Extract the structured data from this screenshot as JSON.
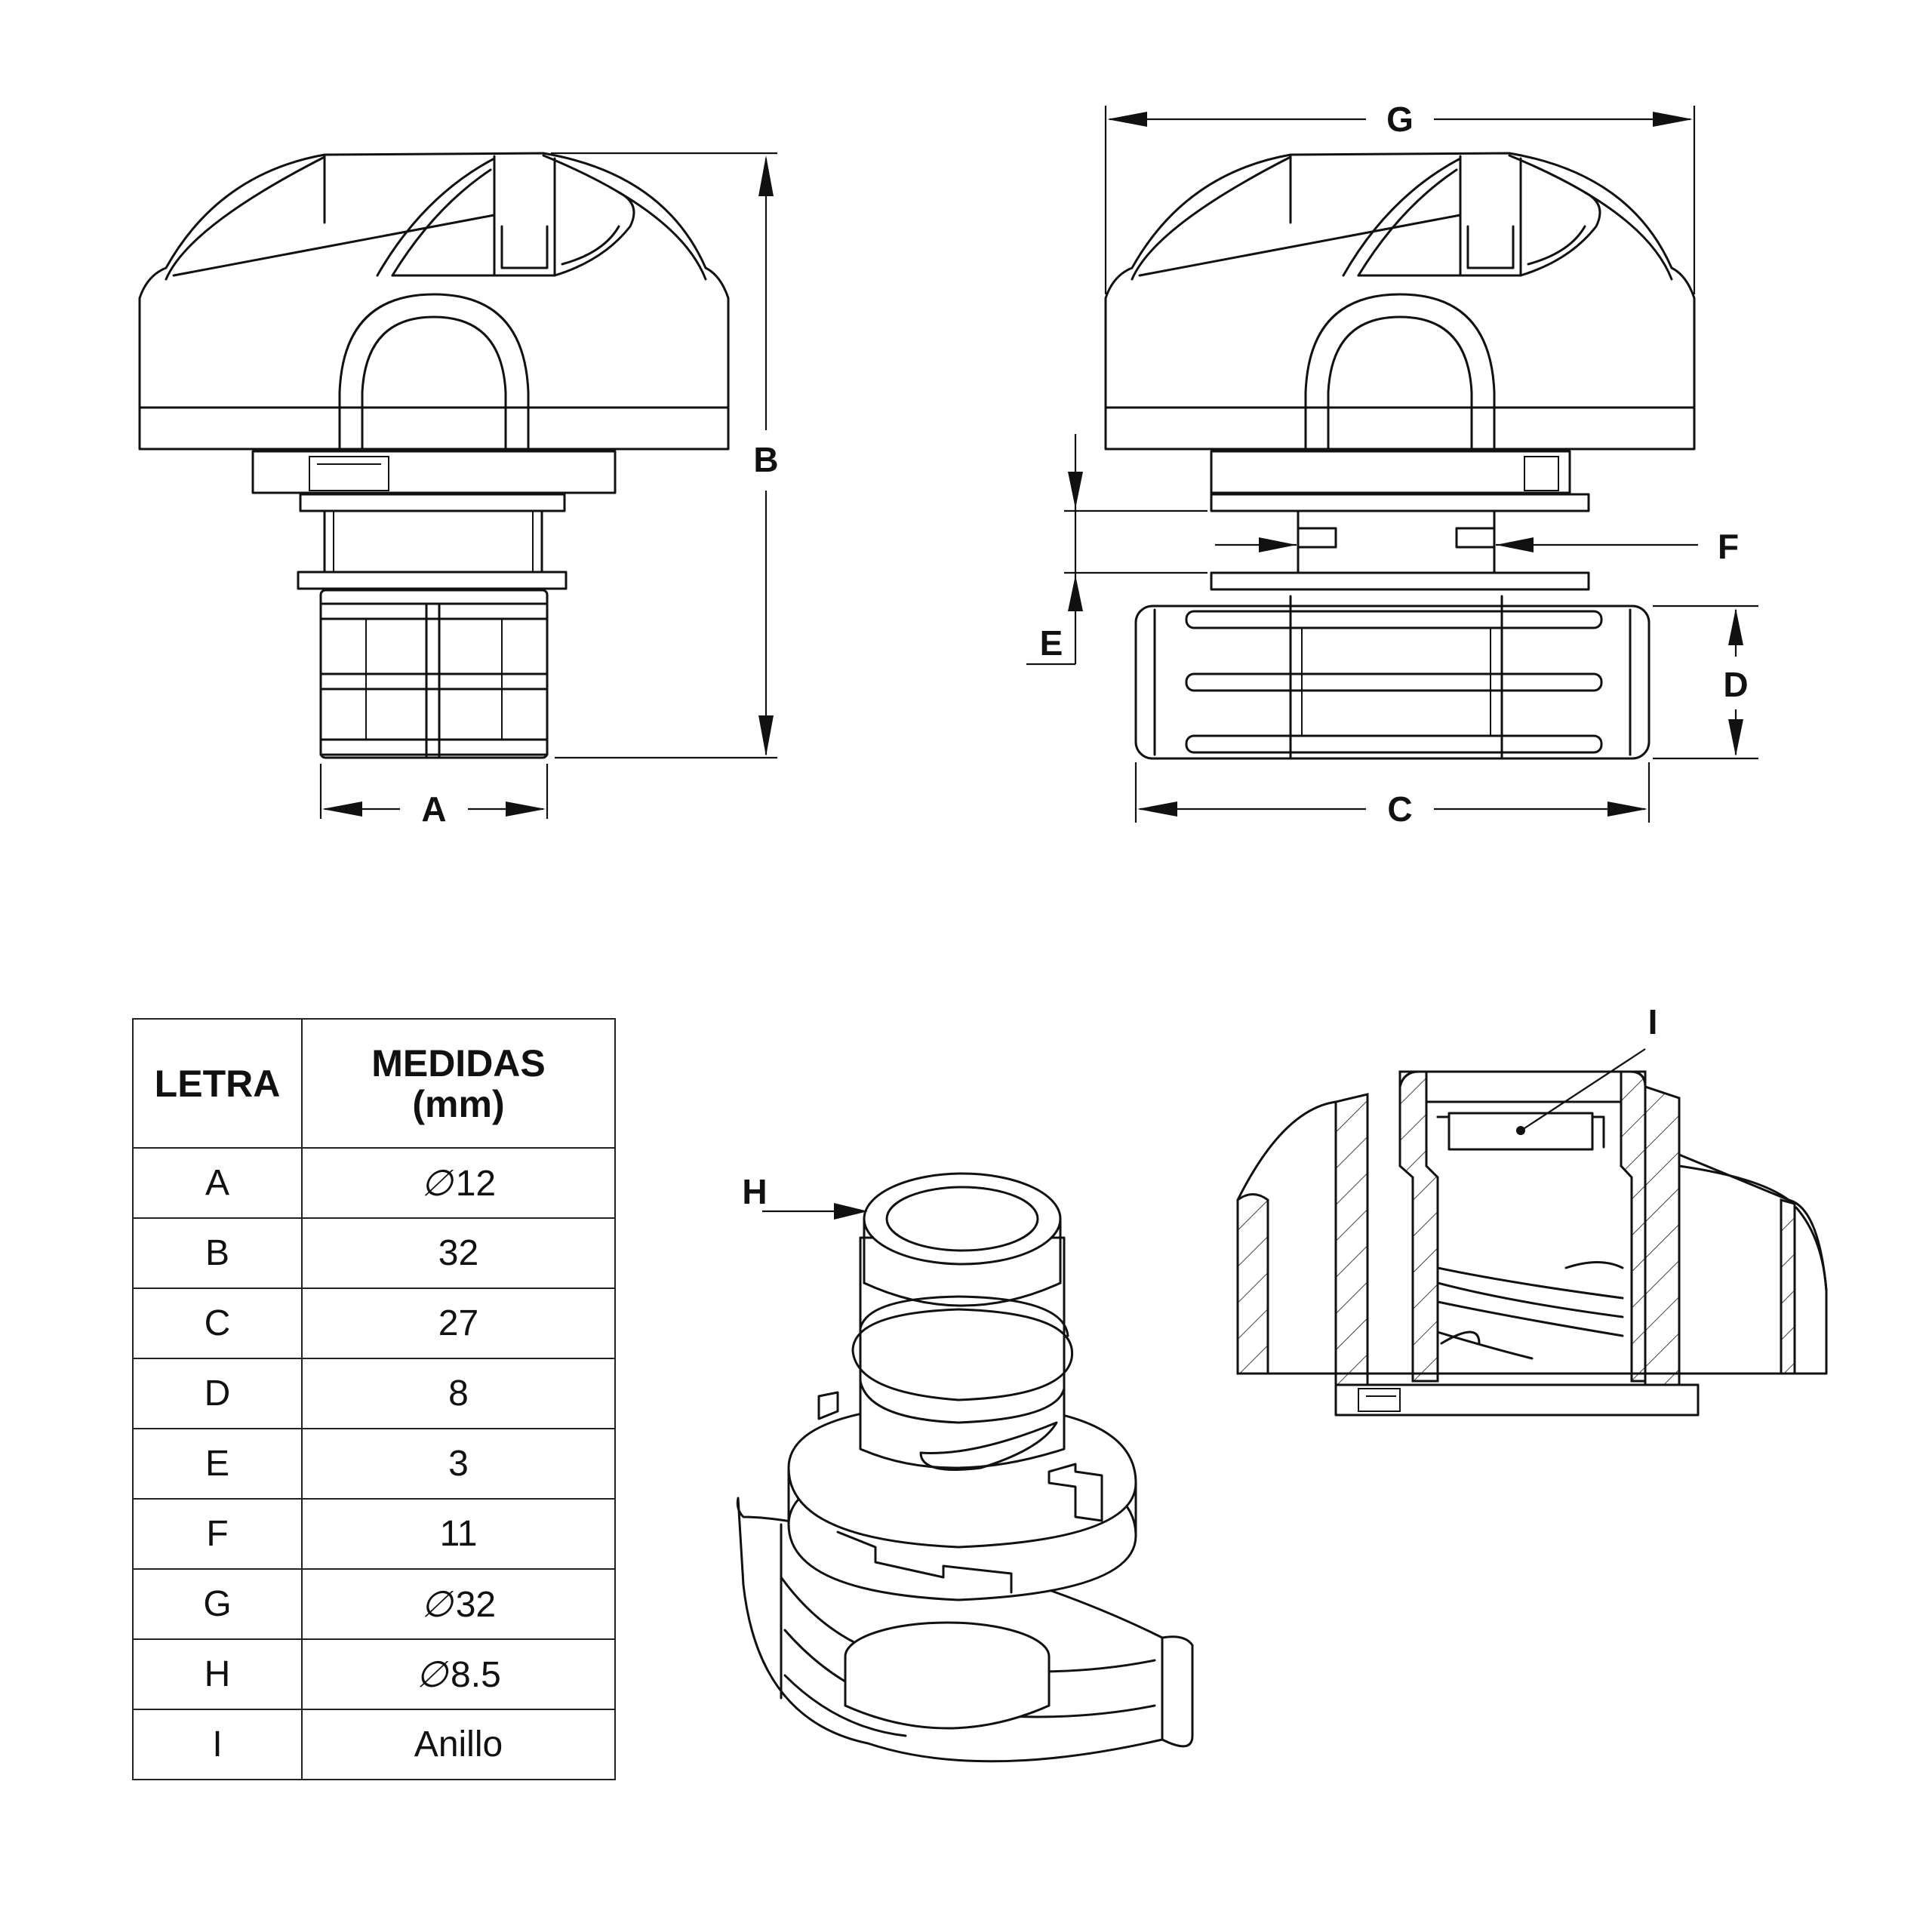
{
  "labels": {
    "A": "A",
    "B": "B",
    "C": "C",
    "D": "D",
    "E": "E",
    "F": "F",
    "G": "G",
    "H": "H",
    "I": "I"
  },
  "table": {
    "header_letter": "LETRA",
    "header_measure_line1": "MEDIDAS",
    "header_measure_line2": "(mm)",
    "rows": [
      {
        "letter": "A",
        "symbol": "∅",
        "value": "12"
      },
      {
        "letter": "B",
        "symbol": "",
        "value": "32"
      },
      {
        "letter": "C",
        "symbol": "",
        "value": "27"
      },
      {
        "letter": "D",
        "symbol": "",
        "value": "8"
      },
      {
        "letter": "E",
        "symbol": "",
        "value": "3"
      },
      {
        "letter": "F",
        "symbol": "",
        "value": "11"
      },
      {
        "letter": "G",
        "symbol": "∅",
        "value": "32"
      },
      {
        "letter": "H",
        "symbol": "∅",
        "value": "8.5"
      },
      {
        "letter": "I",
        "symbol": "",
        "value": "Anillo"
      }
    ]
  }
}
